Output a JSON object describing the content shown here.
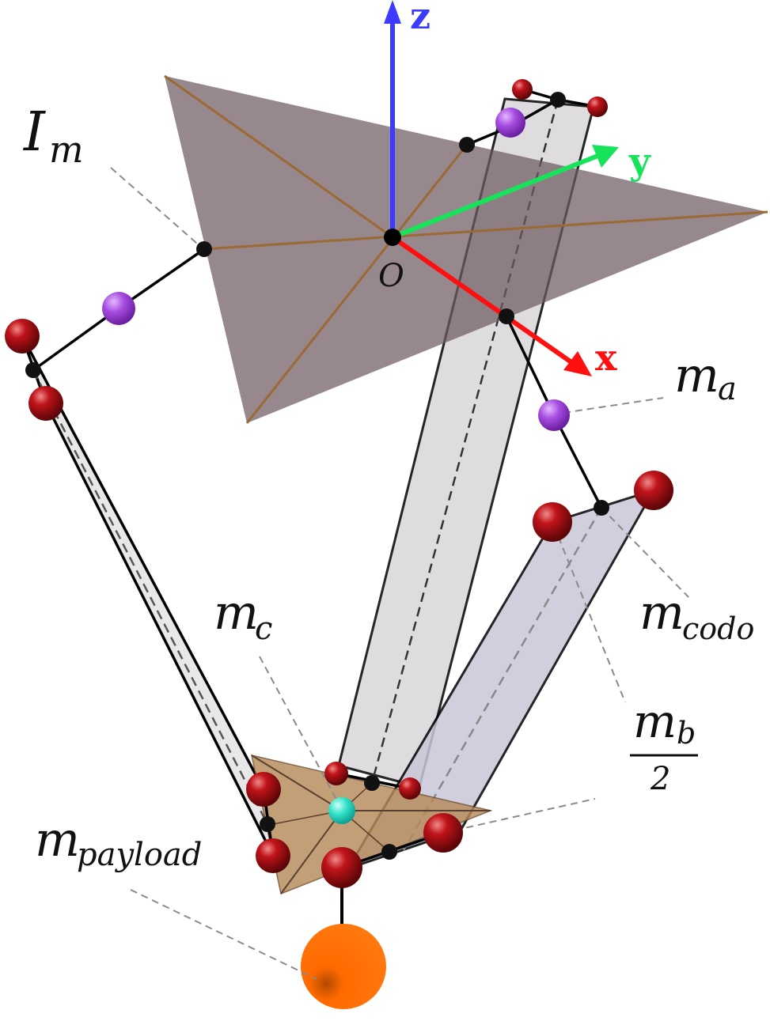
{
  "labels": {
    "inertia": {
      "base": "I",
      "sub": "m"
    },
    "origin": "O",
    "mass_arm": {
      "base": "m",
      "sub": "a"
    },
    "mass_elbow": {
      "base": "m",
      "sub": "codo"
    },
    "mass_center": {
      "base": "m",
      "sub": "c"
    },
    "mass_forearm_half": {
      "base": "m",
      "sub": "b",
      "denominator": "2"
    },
    "mass_payload": {
      "base": "m",
      "sub": "payload"
    }
  },
  "axes": {
    "x": {
      "label": "x",
      "color": "#ff1010"
    },
    "y": {
      "label": "y",
      "color": "#16e35a"
    },
    "z": {
      "label": "z",
      "color": "#3b3bff"
    }
  },
  "colors": {
    "base_platform": "#6e5a5f",
    "base_edges": "#9b6a34",
    "moving_platform": "#b58a5a",
    "forearm_bar": "#d9d7da",
    "forearm_bar_tinted": "#c9c6d8",
    "joint_sphere": "#9a0f12",
    "arm_mass": "#a64ce0",
    "center_mass": "#2fe0c8",
    "payload": "#ff6a00"
  }
}
